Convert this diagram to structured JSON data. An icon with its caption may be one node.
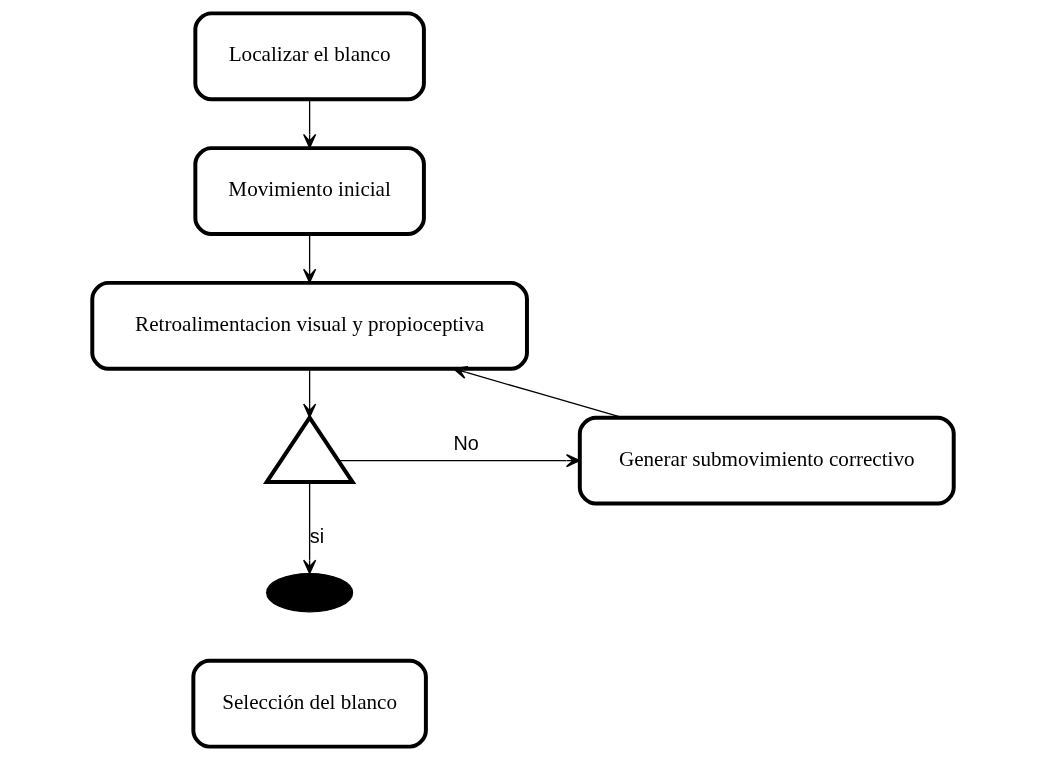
{
  "diagram": {
    "nodes": [
      {
        "text": [
          "Localizar el blanco"
        ]
      },
      {
        "text": [
          "Movimiento inicial"
        ]
      },
      {
        "text": [
          "Retroalimentacion visual y propioceptiva"
        ]
      },
      {
        "text": [],
        "shape": "triangle"
      },
      {
        "text": [],
        "shape": "ellipse"
      },
      {
        "text": [
          "Generar submovimiento correctivo"
        ]
      },
      {
        "text": [
          "Selección del blanco"
        ]
      }
    ],
    "edges": [
      {
        "from": 0,
        "to": 1,
        "arrow": "to"
      },
      {
        "from": 1,
        "to": 2,
        "arrow": "to"
      },
      {
        "from": 2,
        "to": 3,
        "arrow": "to"
      },
      {
        "from": 3,
        "to": 4,
        "arrow": "to",
        "label": "si"
      },
      {
        "from": 3,
        "to": 5,
        "arrow": "to",
        "label": "No"
      },
      {
        "from": 5,
        "to": 2,
        "arrow": "to"
      }
    ]
  }
}
